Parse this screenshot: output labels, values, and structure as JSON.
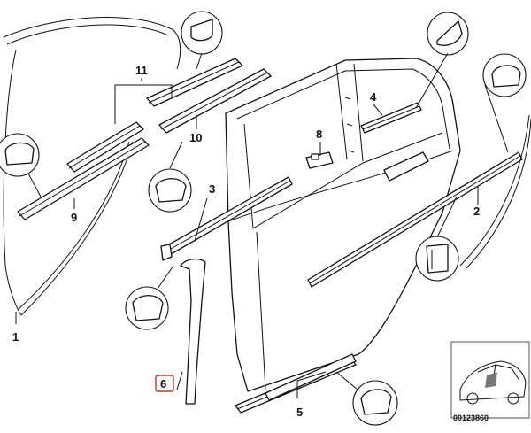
{
  "diagram": {
    "callouts": [
      "1",
      "2",
      "3",
      "4",
      "5",
      "6",
      "8",
      "9",
      "10",
      "11"
    ],
    "highlighted_callout": "6",
    "reference_number": "00123860",
    "accent_color": "#c0392b"
  }
}
